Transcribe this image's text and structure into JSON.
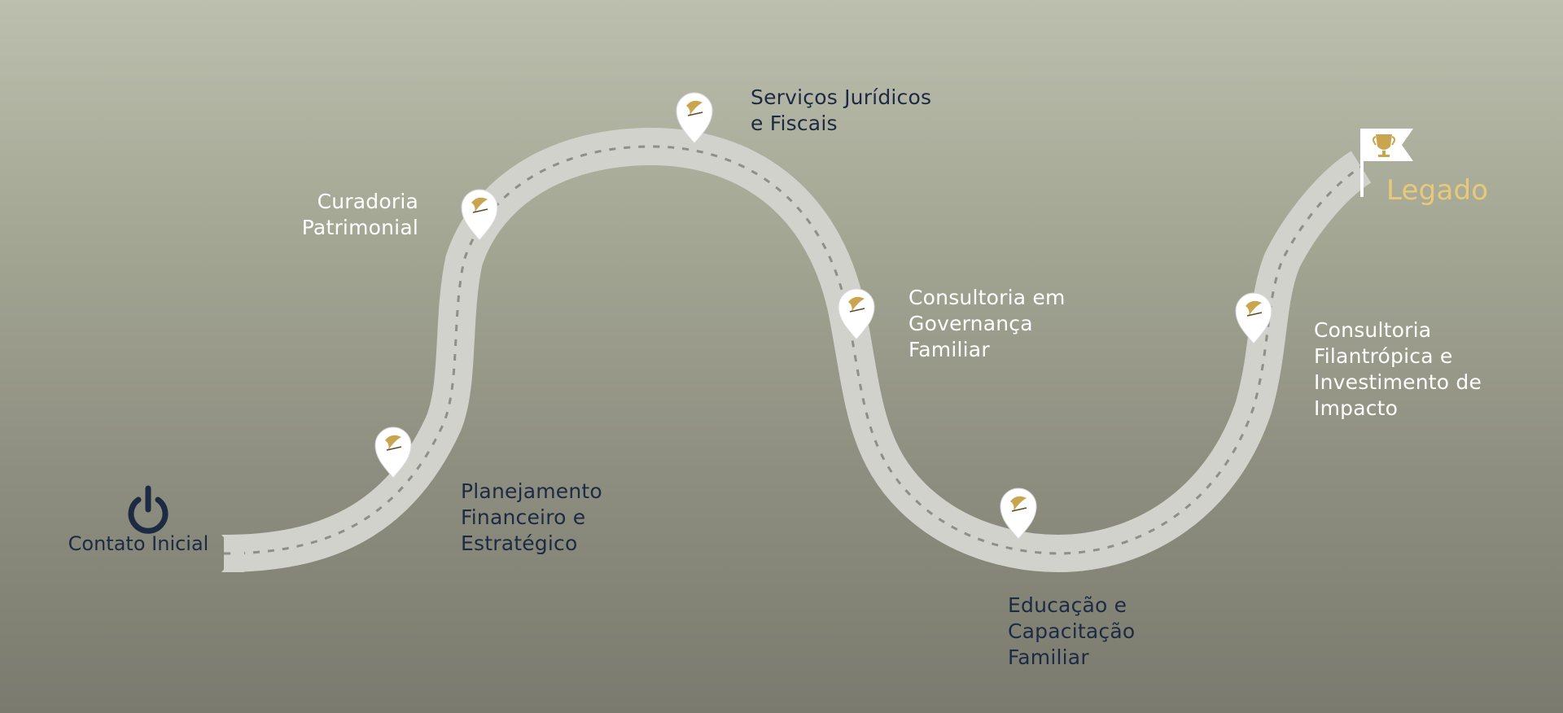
{
  "start": {
    "label": "Contato Inicial",
    "icon": "power-icon"
  },
  "end": {
    "label": "Legado",
    "icon": "trophy-flag-icon"
  },
  "steps": [
    {
      "label": "Planejamento\nFinanceiro e\nEstratégico"
    },
    {
      "label": "Curadoria\nPatrimonial"
    },
    {
      "label": "Serviços Jurídicos\ne Fiscais"
    },
    {
      "label": "Consultoria em\nGovernança\nFamiliar"
    },
    {
      "label": "Educação e\nCapacitação\nFamiliar"
    },
    {
      "label": "Consultoria\nFilantrópica e\nInvestimento de\nImpacto"
    }
  ],
  "colors": {
    "road": "#d2d2cc",
    "road_dash": "#8f8f88",
    "label_dark": "#1d2a44",
    "label_light": "#ffffff",
    "accent_gold": "#c9a550",
    "legado_gold": "#e8c97a"
  }
}
